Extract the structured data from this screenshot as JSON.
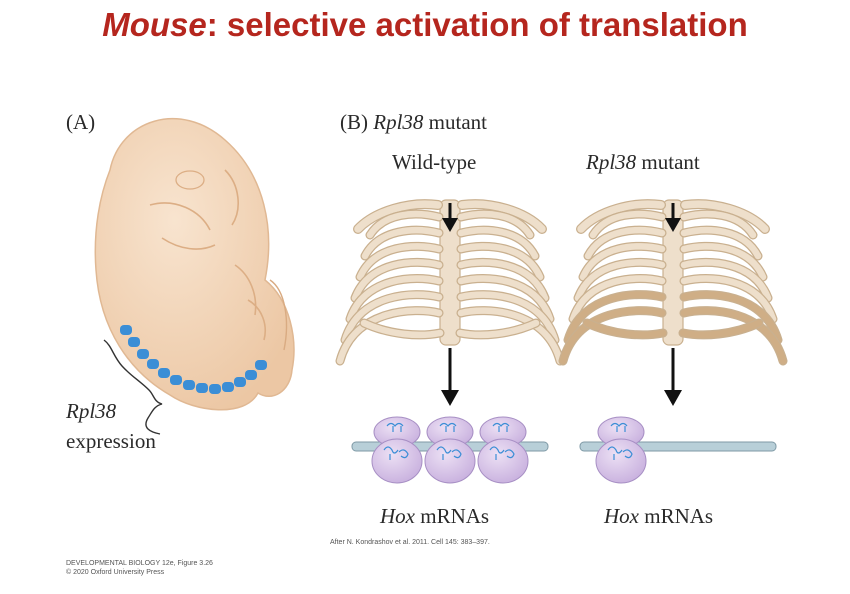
{
  "title": {
    "italic": "Mouse",
    "rest": ": selective activation of translation"
  },
  "panel_a": {
    "label": "(A)",
    "gene": "Rpl38",
    "expression": "expression"
  },
  "panel_b": {
    "label": "(B)",
    "heading_gene": "Rpl38",
    "heading_rest": "mutant",
    "wild_type": "Wild-type",
    "mutant_gene": "Rpl38",
    "mutant_rest": "mutant",
    "hox_gene": "Hox",
    "hox_rest": "mRNAs"
  },
  "citation": "After N. Kondrashov et al. 2011. Cell 145: 383–397.",
  "credit": {
    "line1": "DEVELOPMENTAL BIOLOGY 12e, Figure 3.26",
    "line2": "© 2020 Oxford University Press"
  },
  "colors": {
    "title": "#b5261e",
    "embryo": "#f3d6bb",
    "expression": "#3b8ed6",
    "ribcage": "#eedfcb",
    "mutant_rib": "#cfae86",
    "ribosome": "#d9c6e8",
    "mrna": "#b8cfd8"
  }
}
